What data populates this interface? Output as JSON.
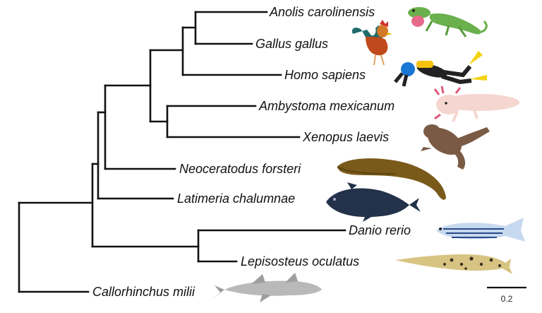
{
  "tree": {
    "taxa": [
      {
        "label": "Anolis carolinensis",
        "icon": "lizard-icon"
      },
      {
        "label": "Gallus gallus",
        "icon": "rooster-icon"
      },
      {
        "label": "Homo sapiens",
        "icon": "scuba-diver-icon"
      },
      {
        "label": "Ambystoma mexicanum",
        "icon": "axolotl-icon"
      },
      {
        "label": "Xenopus laevis",
        "icon": "frog-icon"
      },
      {
        "label": "Neoceratodus forsteri",
        "icon": "lungfish-icon"
      },
      {
        "label": "Latimeria chalumnae",
        "icon": "coelacanth-icon"
      },
      {
        "label": "Danio rerio",
        "icon": "zebrafish-icon"
      },
      {
        "label": "Lepisosteus oculatus",
        "icon": "gar-icon"
      },
      {
        "label": "Callorhinchus milii",
        "icon": "elephant-shark-icon"
      }
    ],
    "scale_bar": {
      "label": "0.2",
      "value": 0.2
    }
  }
}
